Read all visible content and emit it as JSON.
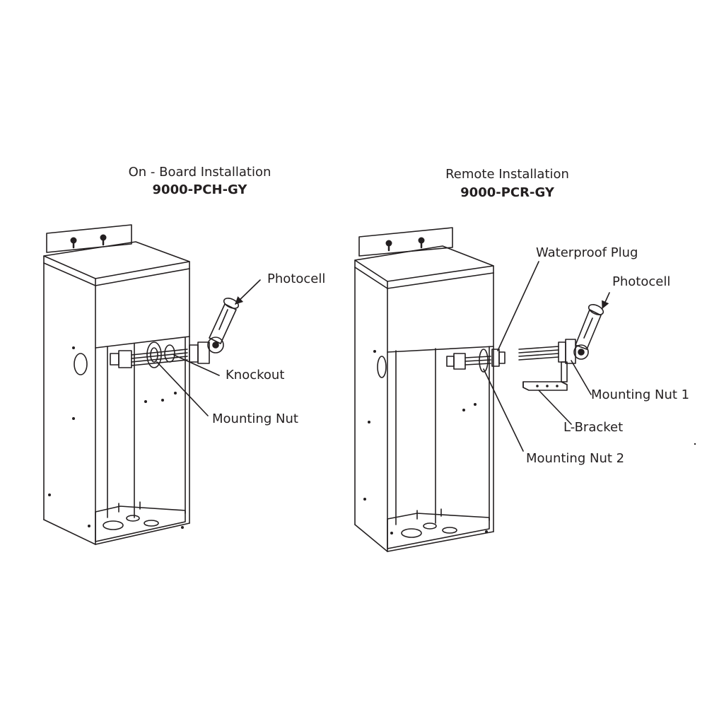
{
  "colors": {
    "line": "#231f20",
    "background": "#ffffff"
  },
  "onboard": {
    "title": "On - Board Installation",
    "model": "9000-PCH-GY",
    "labels": {
      "photocell": "Photocell",
      "knockout": "Knockout",
      "mounting_nut": "Mounting Nut"
    }
  },
  "remote": {
    "title": "Remote Installation",
    "model": "9000-PCR-GY",
    "labels": {
      "waterproof_plug": "Waterproof Plug",
      "photocell": "Photocell",
      "mounting_nut_1": "Mounting Nut 1",
      "l_bracket": "L-Bracket",
      "mounting_nut_2": "Mounting Nut 2"
    }
  }
}
